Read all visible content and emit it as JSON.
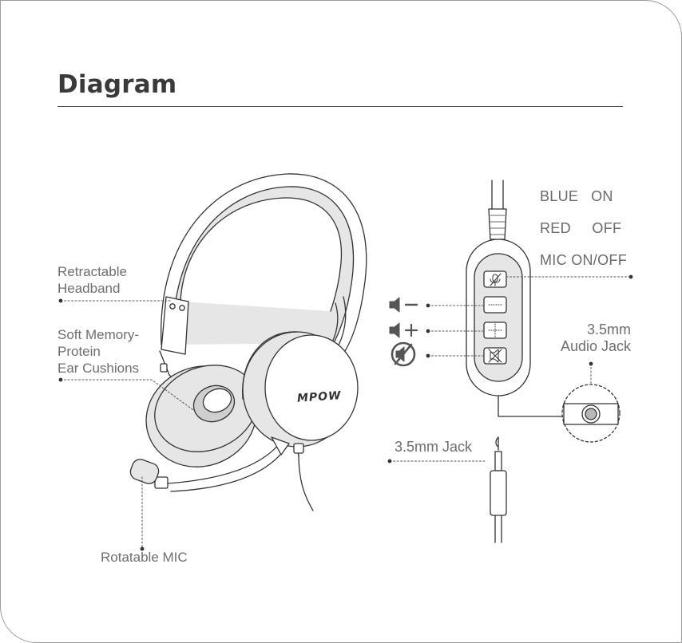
{
  "header": {
    "title": "Diagram"
  },
  "labels": {
    "headband_line1": "Retractable",
    "headband_line2": "Headband",
    "cushion_line1": "Soft Memory-",
    "cushion_line2": "Protein",
    "cushion_line3": "Ear Cushions",
    "mic": "Rotatable MIC",
    "jack": "3.5mm Jack",
    "audio_jack_line1": "3.5mm",
    "audio_jack_line2": "Audio Jack",
    "blue_on": "BLUE   ON",
    "red_off": "RED     OFF",
    "mic_on_off": "MIC ON/OFF",
    "brand": "MPOW"
  },
  "icons": {
    "volume_down": "speaker-minus-icon",
    "volume_up": "speaker-plus-icon",
    "mute": "speaker-muted-icon",
    "mic_button": "mic-icon"
  },
  "colors": {
    "line": "#333333",
    "fill_gray": "#e6e6e6",
    "text": "#6e6e6e"
  }
}
